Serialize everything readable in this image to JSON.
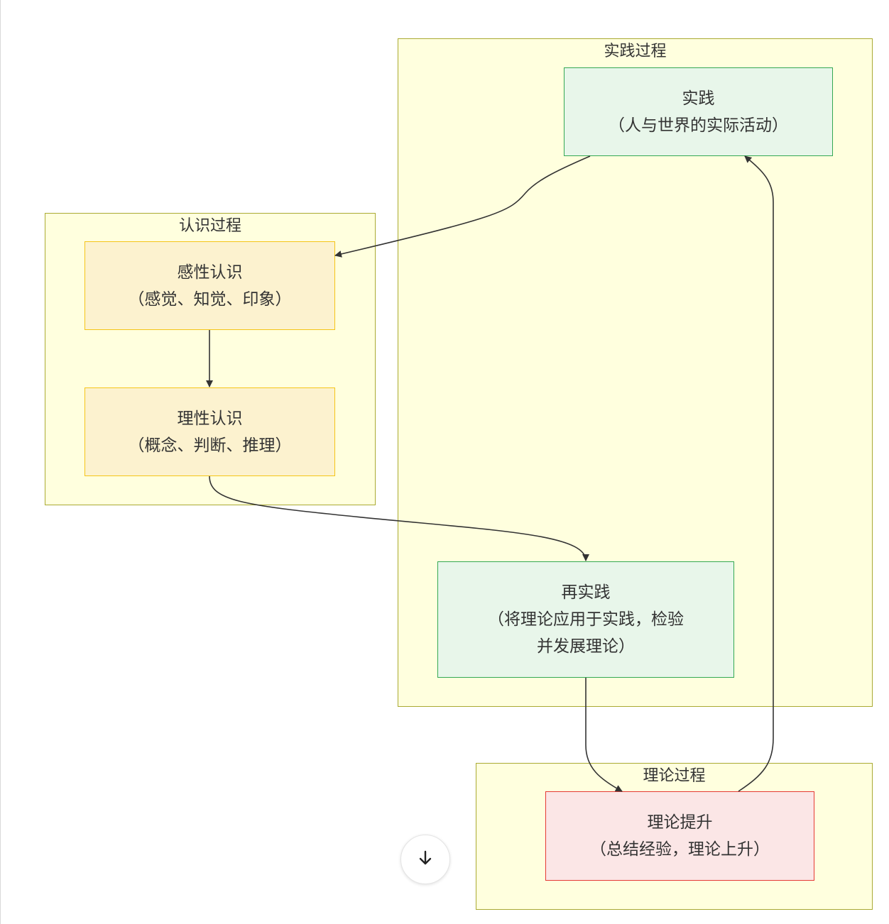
{
  "clusters": {
    "practice": {
      "title": "实践过程"
    },
    "cognition": {
      "title": "认识过程"
    },
    "theory": {
      "title": "理论过程"
    }
  },
  "nodes": {
    "practice": {
      "line1": "实践",
      "line2": "（人与世界的实际活动）"
    },
    "perceptual": {
      "line1": "感性认识",
      "line2": "（感觉、知觉、印象）"
    },
    "rational": {
      "line1": "理性认识",
      "line2": "（概念、判断、推理）"
    },
    "repractice": {
      "line1": "再实践",
      "line2": "（将理论应用于实践，检验",
      "line3": "并发展理论）"
    },
    "theory": {
      "line1": "理论提升",
      "line2": "（总结经验，理论上升）"
    }
  },
  "colors": {
    "cluster_fill": "#ffffde",
    "cluster_border": "#aaaa33",
    "yellow_node": "#fcf2cf",
    "green_node": "#e8f6ea",
    "red_node": "#fbe6e6",
    "edge": "#333333"
  },
  "icons": {
    "scroll_button": "arrow-down-icon"
  }
}
